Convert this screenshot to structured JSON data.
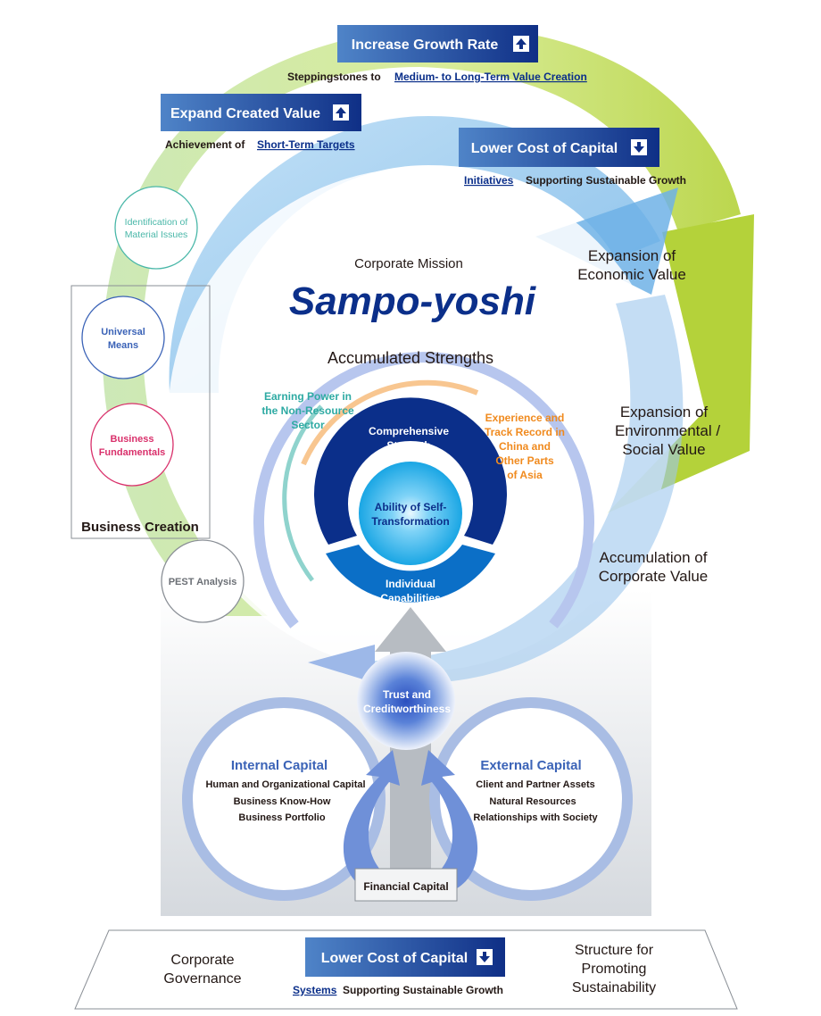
{
  "colors": {
    "navy": "#0b2f8a",
    "teal": "#3fb6b0",
    "orange": "#f08a1e",
    "pink": "#d9306b",
    "lime": "#b8d34a",
    "sky": "#8fc7ee",
    "gray": "#bfc4cc"
  },
  "top_boxes": {
    "increase_growth": {
      "label": "Increase Growth Rate",
      "icon": "arrow-up-icon",
      "caption_prefix": "Steppingstones to",
      "caption_link": "Medium- to Long-Term Value Creation"
    },
    "expand_value": {
      "label": "Expand Created Value",
      "icon": "arrow-up-icon",
      "caption_prefix": "Achievement of",
      "caption_link": "Short-Term Targets"
    },
    "lower_cost": {
      "label": "Lower Cost of Capital",
      "icon": "arrow-down-icon",
      "caption_link": "Initiatives",
      "caption_suffix": "Supporting Sustainable Growth"
    }
  },
  "left_circles": {
    "identification": [
      "Identification of",
      "Material Issues"
    ],
    "universal": [
      "Universal",
      "Means"
    ],
    "fundamentals": [
      "Business",
      "Fundamentals"
    ],
    "pest": "PEST Analysis",
    "business_creation": "Business Creation"
  },
  "mission": {
    "label": "Corporate Mission",
    "title": "Sampo-yoshi"
  },
  "strengths": {
    "title": "Accumulated Strengths",
    "earning_power": [
      "Earning Power in",
      "the Non-Resource",
      "Sector"
    ],
    "experience": [
      "Experience and",
      "Track Record in",
      "China and",
      "Other Parts",
      "of Asia"
    ],
    "comprehensive": [
      "Comprehensive",
      "Strength"
    ],
    "self_transformation": [
      "Ability of Self-",
      "Transformation"
    ],
    "individual": [
      "Individual",
      "Capabilities"
    ]
  },
  "right_labels": {
    "economic": [
      "Expansion of",
      "Economic Value"
    ],
    "environmental": [
      "Expansion of",
      "Environmental /",
      "Social Value"
    ],
    "corporate": [
      "Accumulation of",
      "Corporate Value"
    ]
  },
  "capitals": {
    "trust": [
      "Trust and",
      "Creditworthiness"
    ],
    "internal": {
      "title": "Internal Capital",
      "items": [
        "Human and Organizational Capital",
        "Business Know-How",
        "Business Portfolio"
      ]
    },
    "external": {
      "title": "External Capital",
      "items": [
        "Client and Partner Assets",
        "Natural Resources",
        "Relationships with Society"
      ]
    },
    "financial": "Financial Capital"
  },
  "bottom": {
    "governance": [
      "Corporate",
      "Governance"
    ],
    "lower_cost": {
      "label": "Lower Cost of Capital",
      "icon": "arrow-down-icon",
      "caption_link": "Systems",
      "caption_suffix": "Supporting Sustainable Growth"
    },
    "sustainability": [
      "Structure for",
      "Promoting",
      "Sustainability"
    ]
  }
}
